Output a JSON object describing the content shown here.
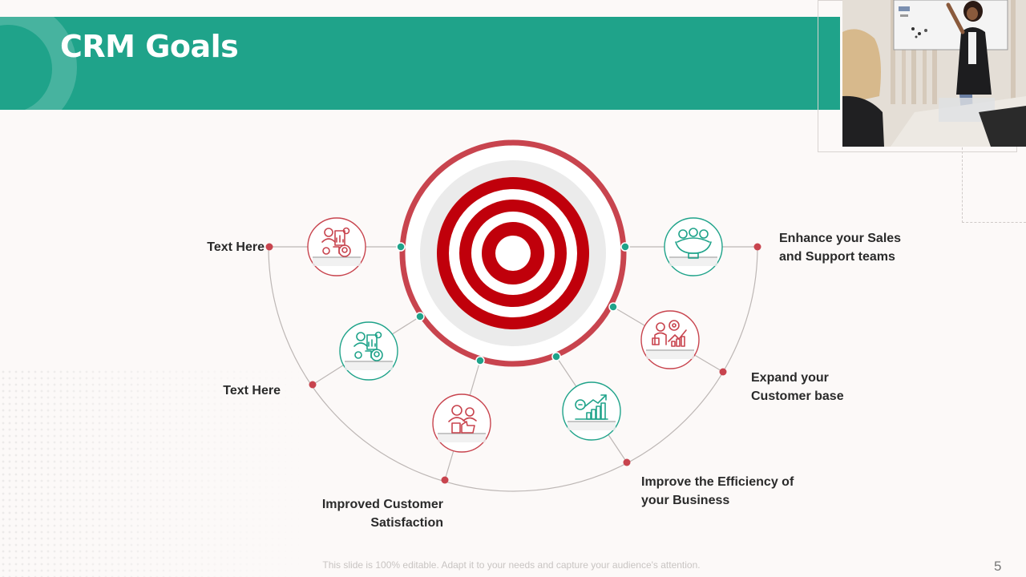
{
  "slide": {
    "title": "CRM Goals",
    "footer_note": "This slide is 100% editable. Adapt it to your needs and capture your audience's attention.",
    "page_number": "5"
  },
  "colors": {
    "teal": "#1fa38a",
    "red": "#c0000b",
    "ring_red": "#c8444e",
    "arc_gray": "#bdb7b5"
  },
  "goals": [
    {
      "label": "Text Here",
      "icon": "team-analytics-icon",
      "accent": "red"
    },
    {
      "label": "Text Here",
      "icon": "team-analytics-icon",
      "accent": "teal"
    },
    {
      "label": "Improved Customer\nSatisfaction",
      "icon": "customer-satisfaction-icon",
      "accent": "red"
    },
    {
      "label": "Improve the Efficiency of\nyour Business",
      "icon": "growth-chart-icon",
      "accent": "teal"
    },
    {
      "label": "Expand your\nCustomer base",
      "icon": "business-growth-icon",
      "accent": "red"
    },
    {
      "label": "Enhance your Sales\nand Support teams",
      "icon": "team-support-icon",
      "accent": "teal"
    }
  ]
}
